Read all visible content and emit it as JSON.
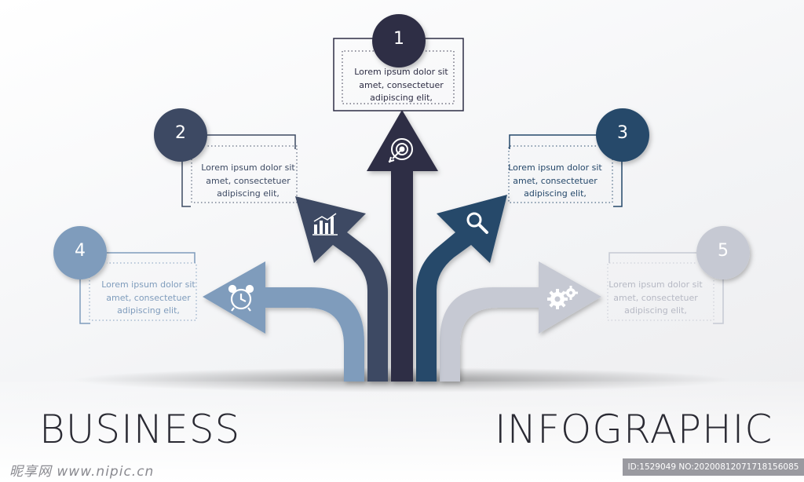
{
  "steps": [
    {
      "number": "1",
      "text": "Lorem ipsum dolor sit\namet, consectetuer\nadipiscing elit,",
      "color": "#2d2d44",
      "icon": "target-icon"
    },
    {
      "number": "2",
      "text": "Lorem ipsum dolor sit\namet, consectetuer\nadipiscing elit,",
      "color": "#3d4a63",
      "icon": "bar-chart-icon"
    },
    {
      "number": "3",
      "text": "Lorem ipsum dolor sit\namet, consectetuer\nadipiscing elit,",
      "color": "#25486a",
      "icon": "search-icon"
    },
    {
      "number": "4",
      "text": "Lorem ipsum dolor sit\namet, consectetuer\nadipiscing elit,",
      "color": "#7f9cbc",
      "icon": "alarm-clock-icon"
    },
    {
      "number": "5",
      "text": "Lorem ipsum dolor sit\namet, consectetuer\nadipiscing elit,",
      "color": "#c6c9d3",
      "icon": "gears-icon"
    }
  ],
  "title_left": "BUSINESS",
  "title_right": "INFOGRAPHIC",
  "watermark_left": "昵享网 www.nipic.cn",
  "watermark_right": "ID:1529049 NO:20200812071718156085"
}
